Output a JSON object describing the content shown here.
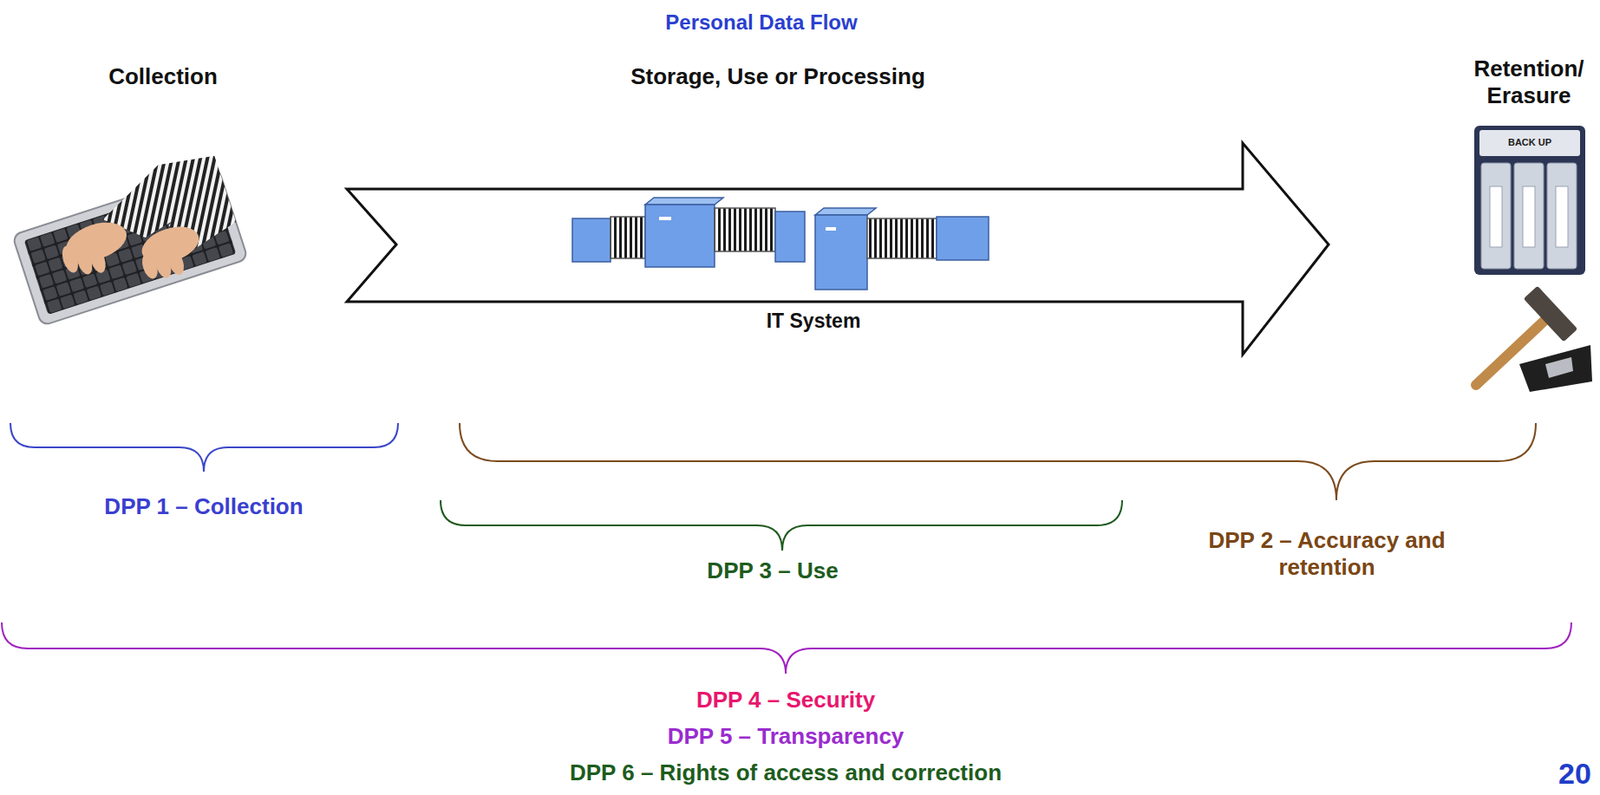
{
  "diagram": {
    "title": "Personal Data Flow",
    "nodes": [
      {
        "text": [
          "IT System"
        ]
      }
    ],
    "labels": [
      "Collection",
      "Storage, Use or Processing",
      "Retention/ Erasure",
      "BACK UP",
      "DPP 1 – Collection",
      "DPP 3 – Use",
      "DPP 2 – Accuracy and retention",
      "DPP 4 – Security",
      "DPP 5 – Transparency",
      "DPP 6 – Rights of access and correction",
      "20"
    ]
  }
}
